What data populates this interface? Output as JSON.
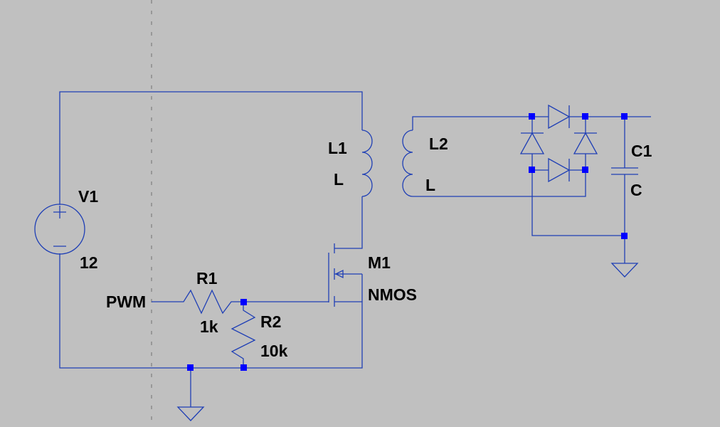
{
  "schematic": {
    "v1": {
      "name": "V1",
      "value": "12"
    },
    "r1": {
      "name": "R1",
      "value": "1k"
    },
    "r2": {
      "name": "R2",
      "value": "10k"
    },
    "l1": {
      "name": "L1",
      "value": "L"
    },
    "l2": {
      "name": "L2",
      "value": "L"
    },
    "m1": {
      "name": "M1",
      "value": "NMOS"
    },
    "c1": {
      "name": "C1",
      "value": "C"
    },
    "pwm": {
      "label": "PWM"
    }
  },
  "colors": {
    "background": "#c0c0c0",
    "wire": "#1f3fb5",
    "node": "#0000ff",
    "text": "#000000"
  }
}
